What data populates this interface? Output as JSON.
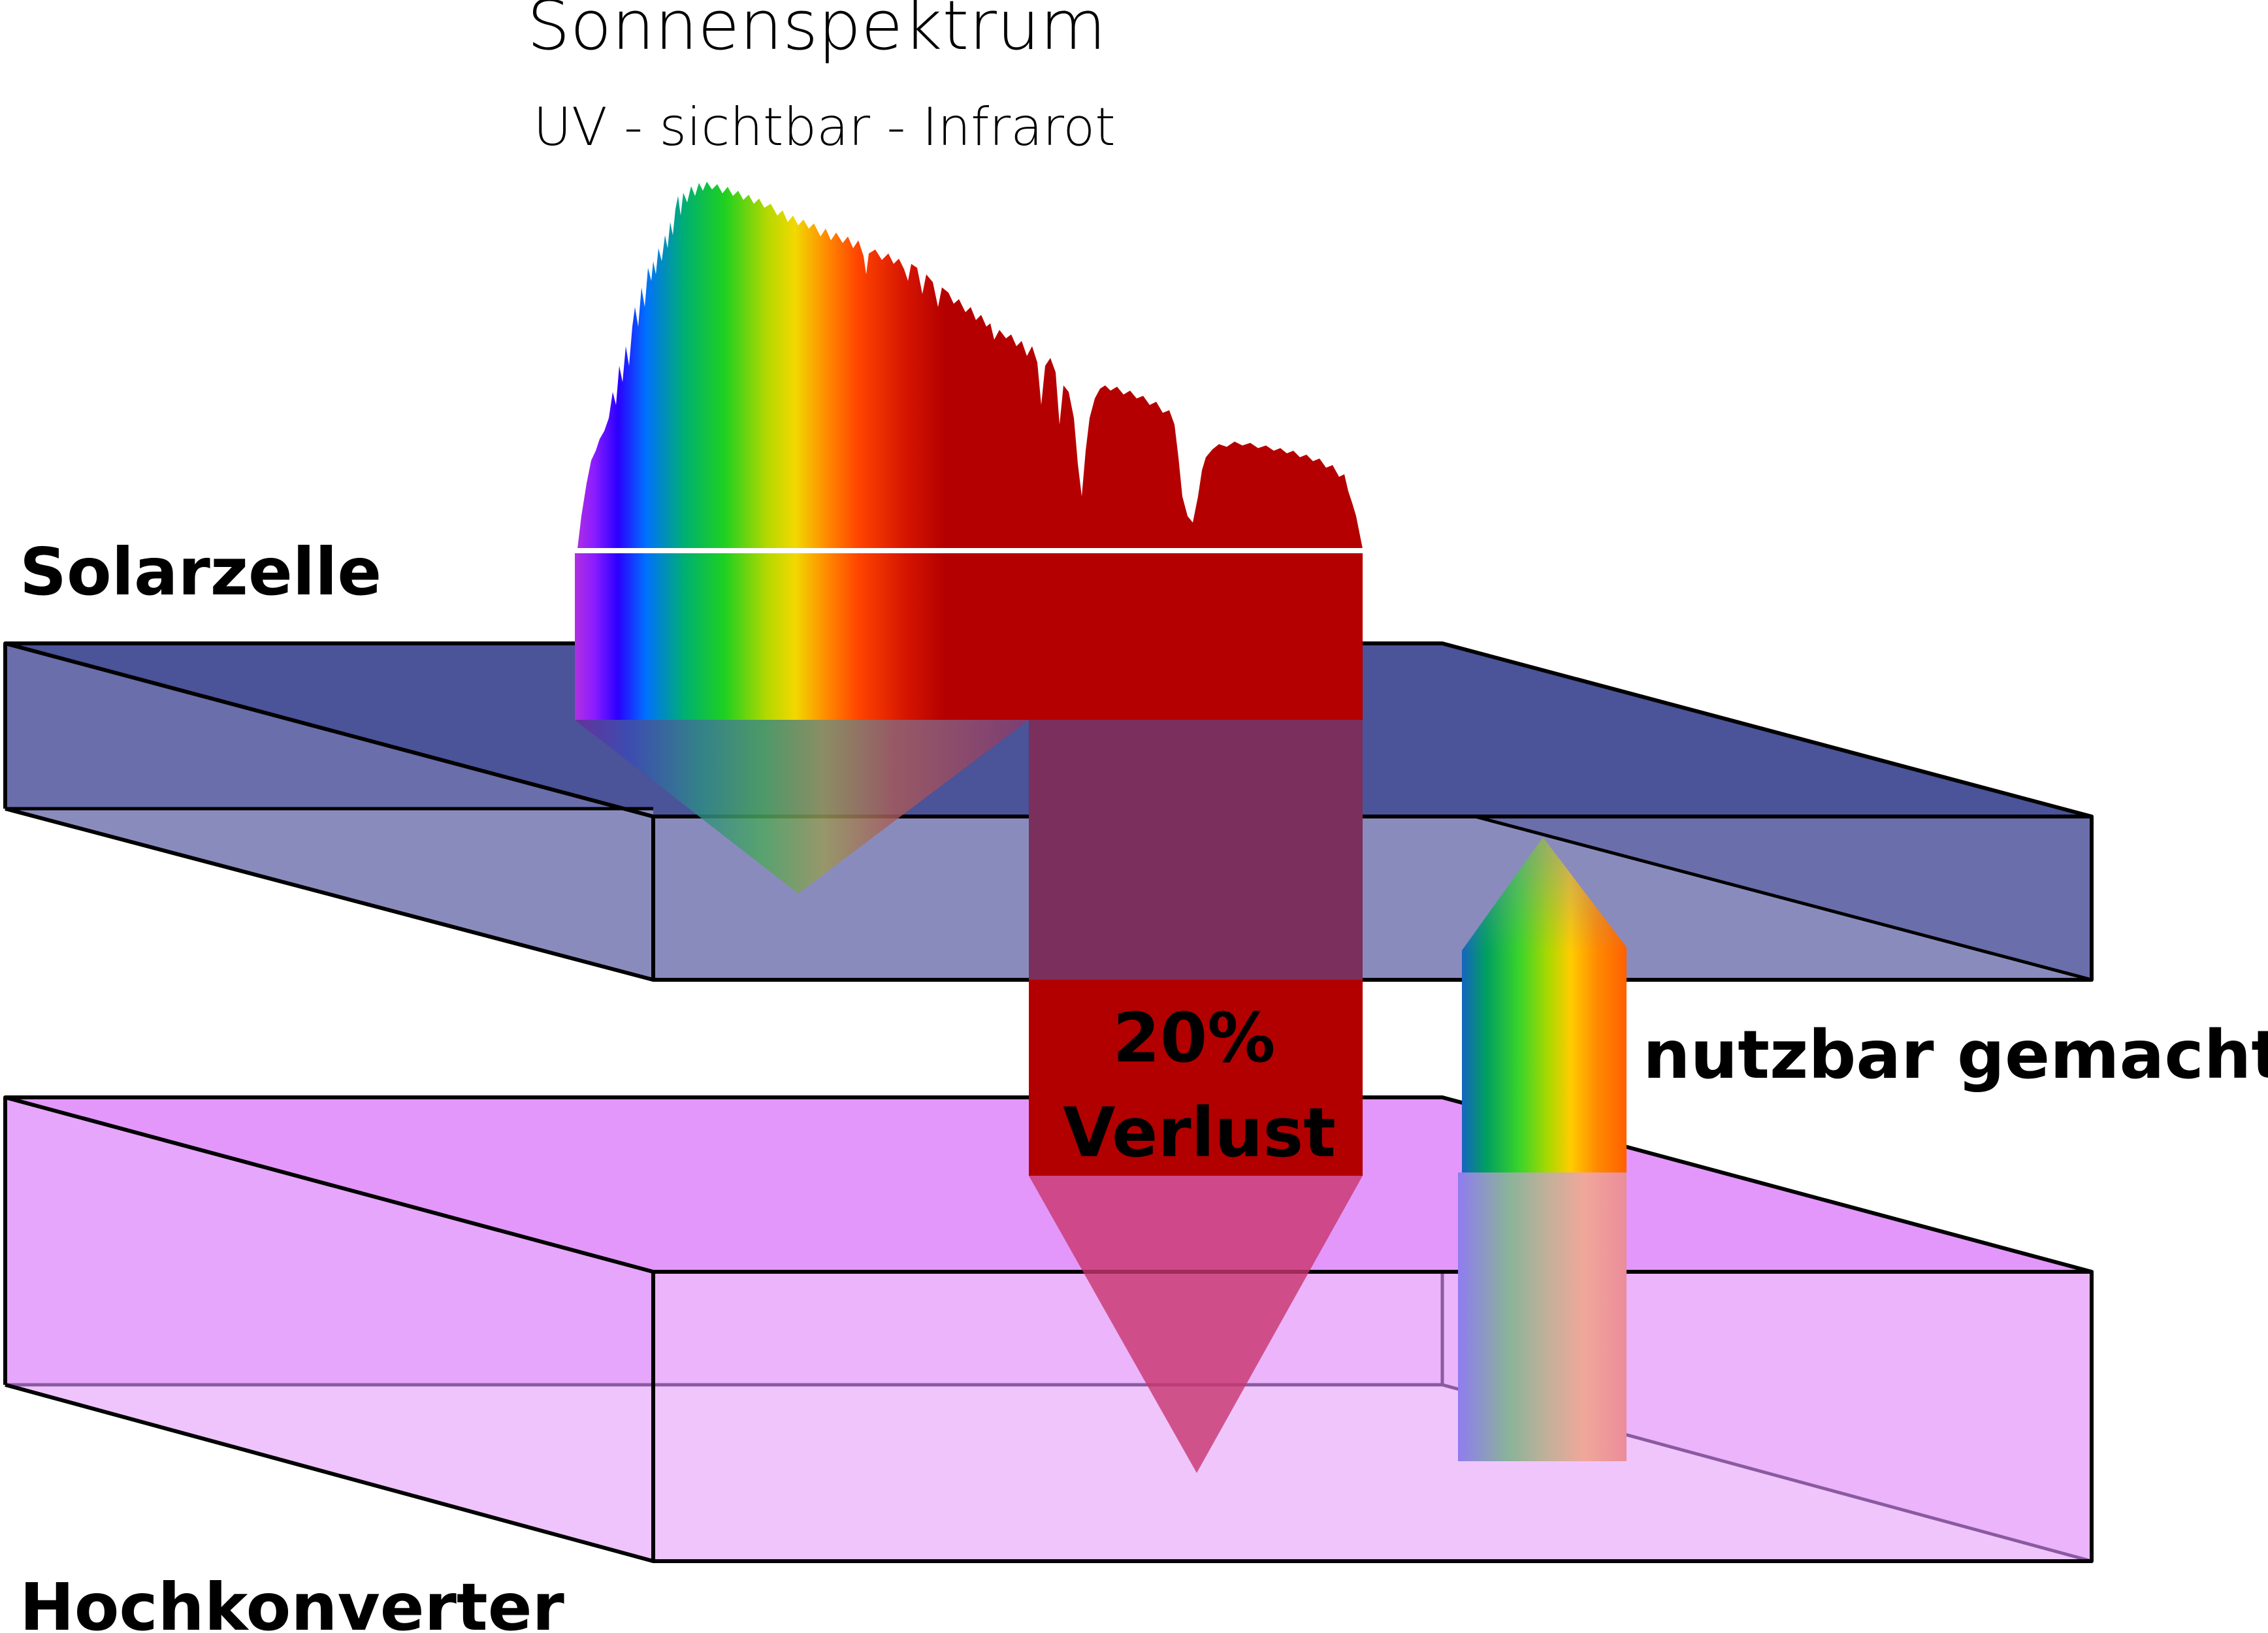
{
  "title": "Sonnenspektrum",
  "subtitle": "UV - sichtbar - Infrarot",
  "labels": {
    "solar_cell": "Solarzelle",
    "upconverter": "Hochkonverter",
    "loss_percent": "20%",
    "loss_word": "Verlust",
    "usable": "nutzbar gemacht"
  },
  "colors": {
    "solar_cell_top": "#4b5399",
    "solar_cell_front": "#8a8bbd",
    "solar_cell_side": "#6a6eab",
    "upconverter_top": "#e397fa",
    "upconverter_front": "#ebb4fb",
    "upconverter_bottom_band": "#f0c7fc",
    "loss_column": "#b20000",
    "spectrum_red": "#b40000",
    "outline": "#000000"
  },
  "spectrum_gradient": [
    "#9a2cf0",
    "#3c00ff",
    "#0061ff",
    "#00b84a",
    "#2fd41a",
    "#e6df00",
    "#ff7a00",
    "#ff3a00",
    "#c00000",
    "#b40000"
  ]
}
